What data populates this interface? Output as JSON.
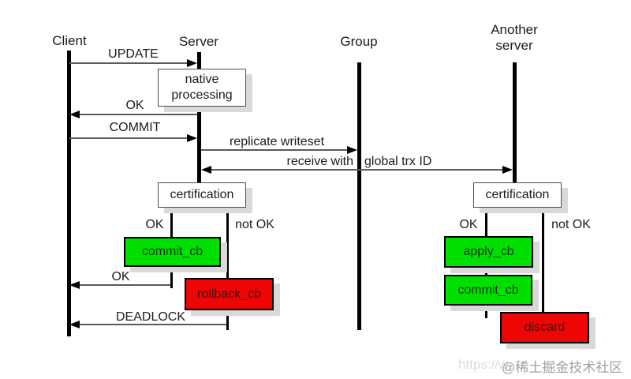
{
  "lifelines": {
    "client": "Client",
    "server": "Server",
    "group": "Group",
    "another_server": "Another server"
  },
  "messages": {
    "update": "UPDATE",
    "ok_native": "OK",
    "commit": "COMMIT",
    "replicate": "replicate writeset",
    "receive_with": "receive with",
    "global_trx": "global trx ID",
    "ok_return": "OK",
    "deadlock": "DEADLOCK"
  },
  "boxes": {
    "native_processing": "native processing",
    "certification_server": "certification",
    "certification_another": "certification",
    "commit_cb_server": "commit_cb",
    "rollback_cb": "rollback_cb",
    "apply_cb": "apply_cb",
    "commit_cb_another": "commit_cb",
    "discard": "discard"
  },
  "branches": {
    "server_ok": "OK",
    "server_not_ok": "not OK",
    "another_ok": "OK",
    "another_not_ok": "not OK"
  },
  "colors": {
    "success_green": "#00e000",
    "failure_red": "#ee0505"
  },
  "watermark": {
    "url_fragment": "https://w",
    "community": "@稀土掘金技术社区"
  }
}
